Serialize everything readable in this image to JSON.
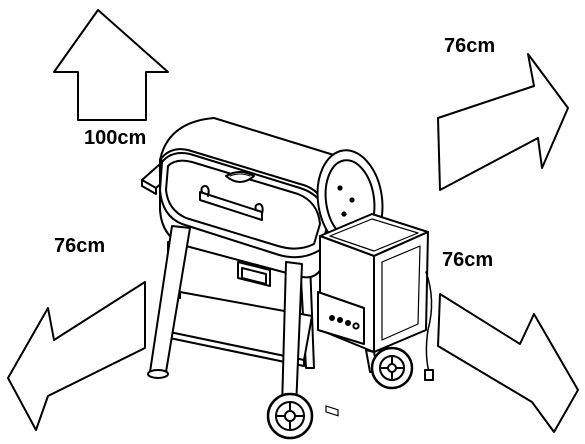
{
  "labels": {
    "up": "100cm",
    "upper_right": "76cm",
    "lower_left": "76cm",
    "lower_right": "76cm"
  },
  "colors": {
    "stroke": "#000000",
    "fill": "#ffffff",
    "shade": "#e6e6e6"
  }
}
